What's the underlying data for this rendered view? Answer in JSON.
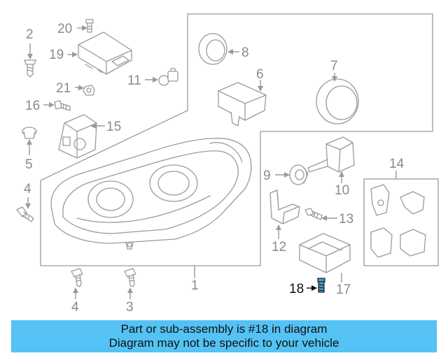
{
  "diagram": {
    "highlight_color": "#4a9bc4",
    "callouts": {
      "c1": "1",
      "c2": "2",
      "c3": "3",
      "c4a": "4",
      "c4b": "4",
      "c5": "5",
      "c6": "6",
      "c7": "7",
      "c8": "8",
      "c9": "9",
      "c10": "10",
      "c11": "11",
      "c12": "12",
      "c13": "13",
      "c14": "14",
      "c15": "15",
      "c16": "16",
      "c17": "17",
      "c18": "18",
      "c19": "19",
      "c20": "20",
      "c21": "21"
    }
  },
  "banner": {
    "line1": "Part or sub-assembly is #18 in diagram",
    "line2": "Diagram may not be specific to your vehicle",
    "color": "#54c2f4"
  }
}
